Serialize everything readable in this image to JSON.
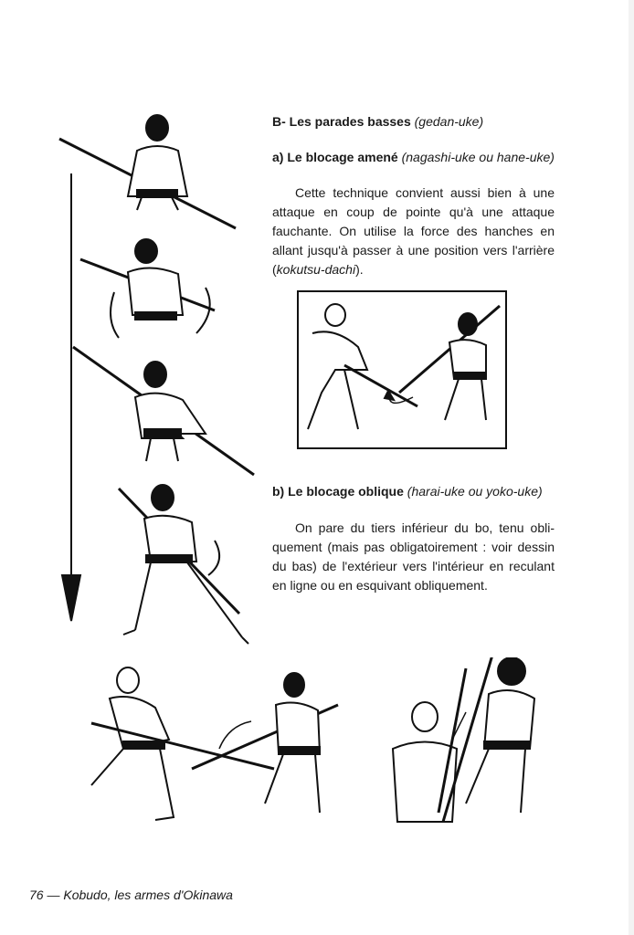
{
  "section": {
    "heading": "B- Les parades basses",
    "heading_term": "(gedan-uke)"
  },
  "part_a": {
    "title": "a) Le blocage amené",
    "terms": "(nagashi-uke ou hane-uke)",
    "lines": [
      "Cette technique convient aussi bien à une",
      "attaque en coup de pointe qu'à une attaque",
      "fauchante. On utilise la force des hanches en",
      "allant jusqu'à passer à une position vers l'arrière"
    ],
    "last_line_term": "kokutsu-dachi",
    "last_line_open": "(",
    "last_line_close": ")."
  },
  "part_b": {
    "title": "b) Le blocage oblique",
    "terms": "(harai-uke ou yoko-uke)",
    "lines": [
      "On pare du tiers inférieur du bo, tenu obli-",
      "quement (mais pas obligatoirement : voir dessin",
      "du bas) de l'extérieur vers l'intérieur en reculant",
      "en ligne ou en esquivant obliquement."
    ]
  },
  "footer": {
    "page_number": "76",
    "separator": "—",
    "book_title": "Kobudo, les armes d'Okinawa"
  }
}
